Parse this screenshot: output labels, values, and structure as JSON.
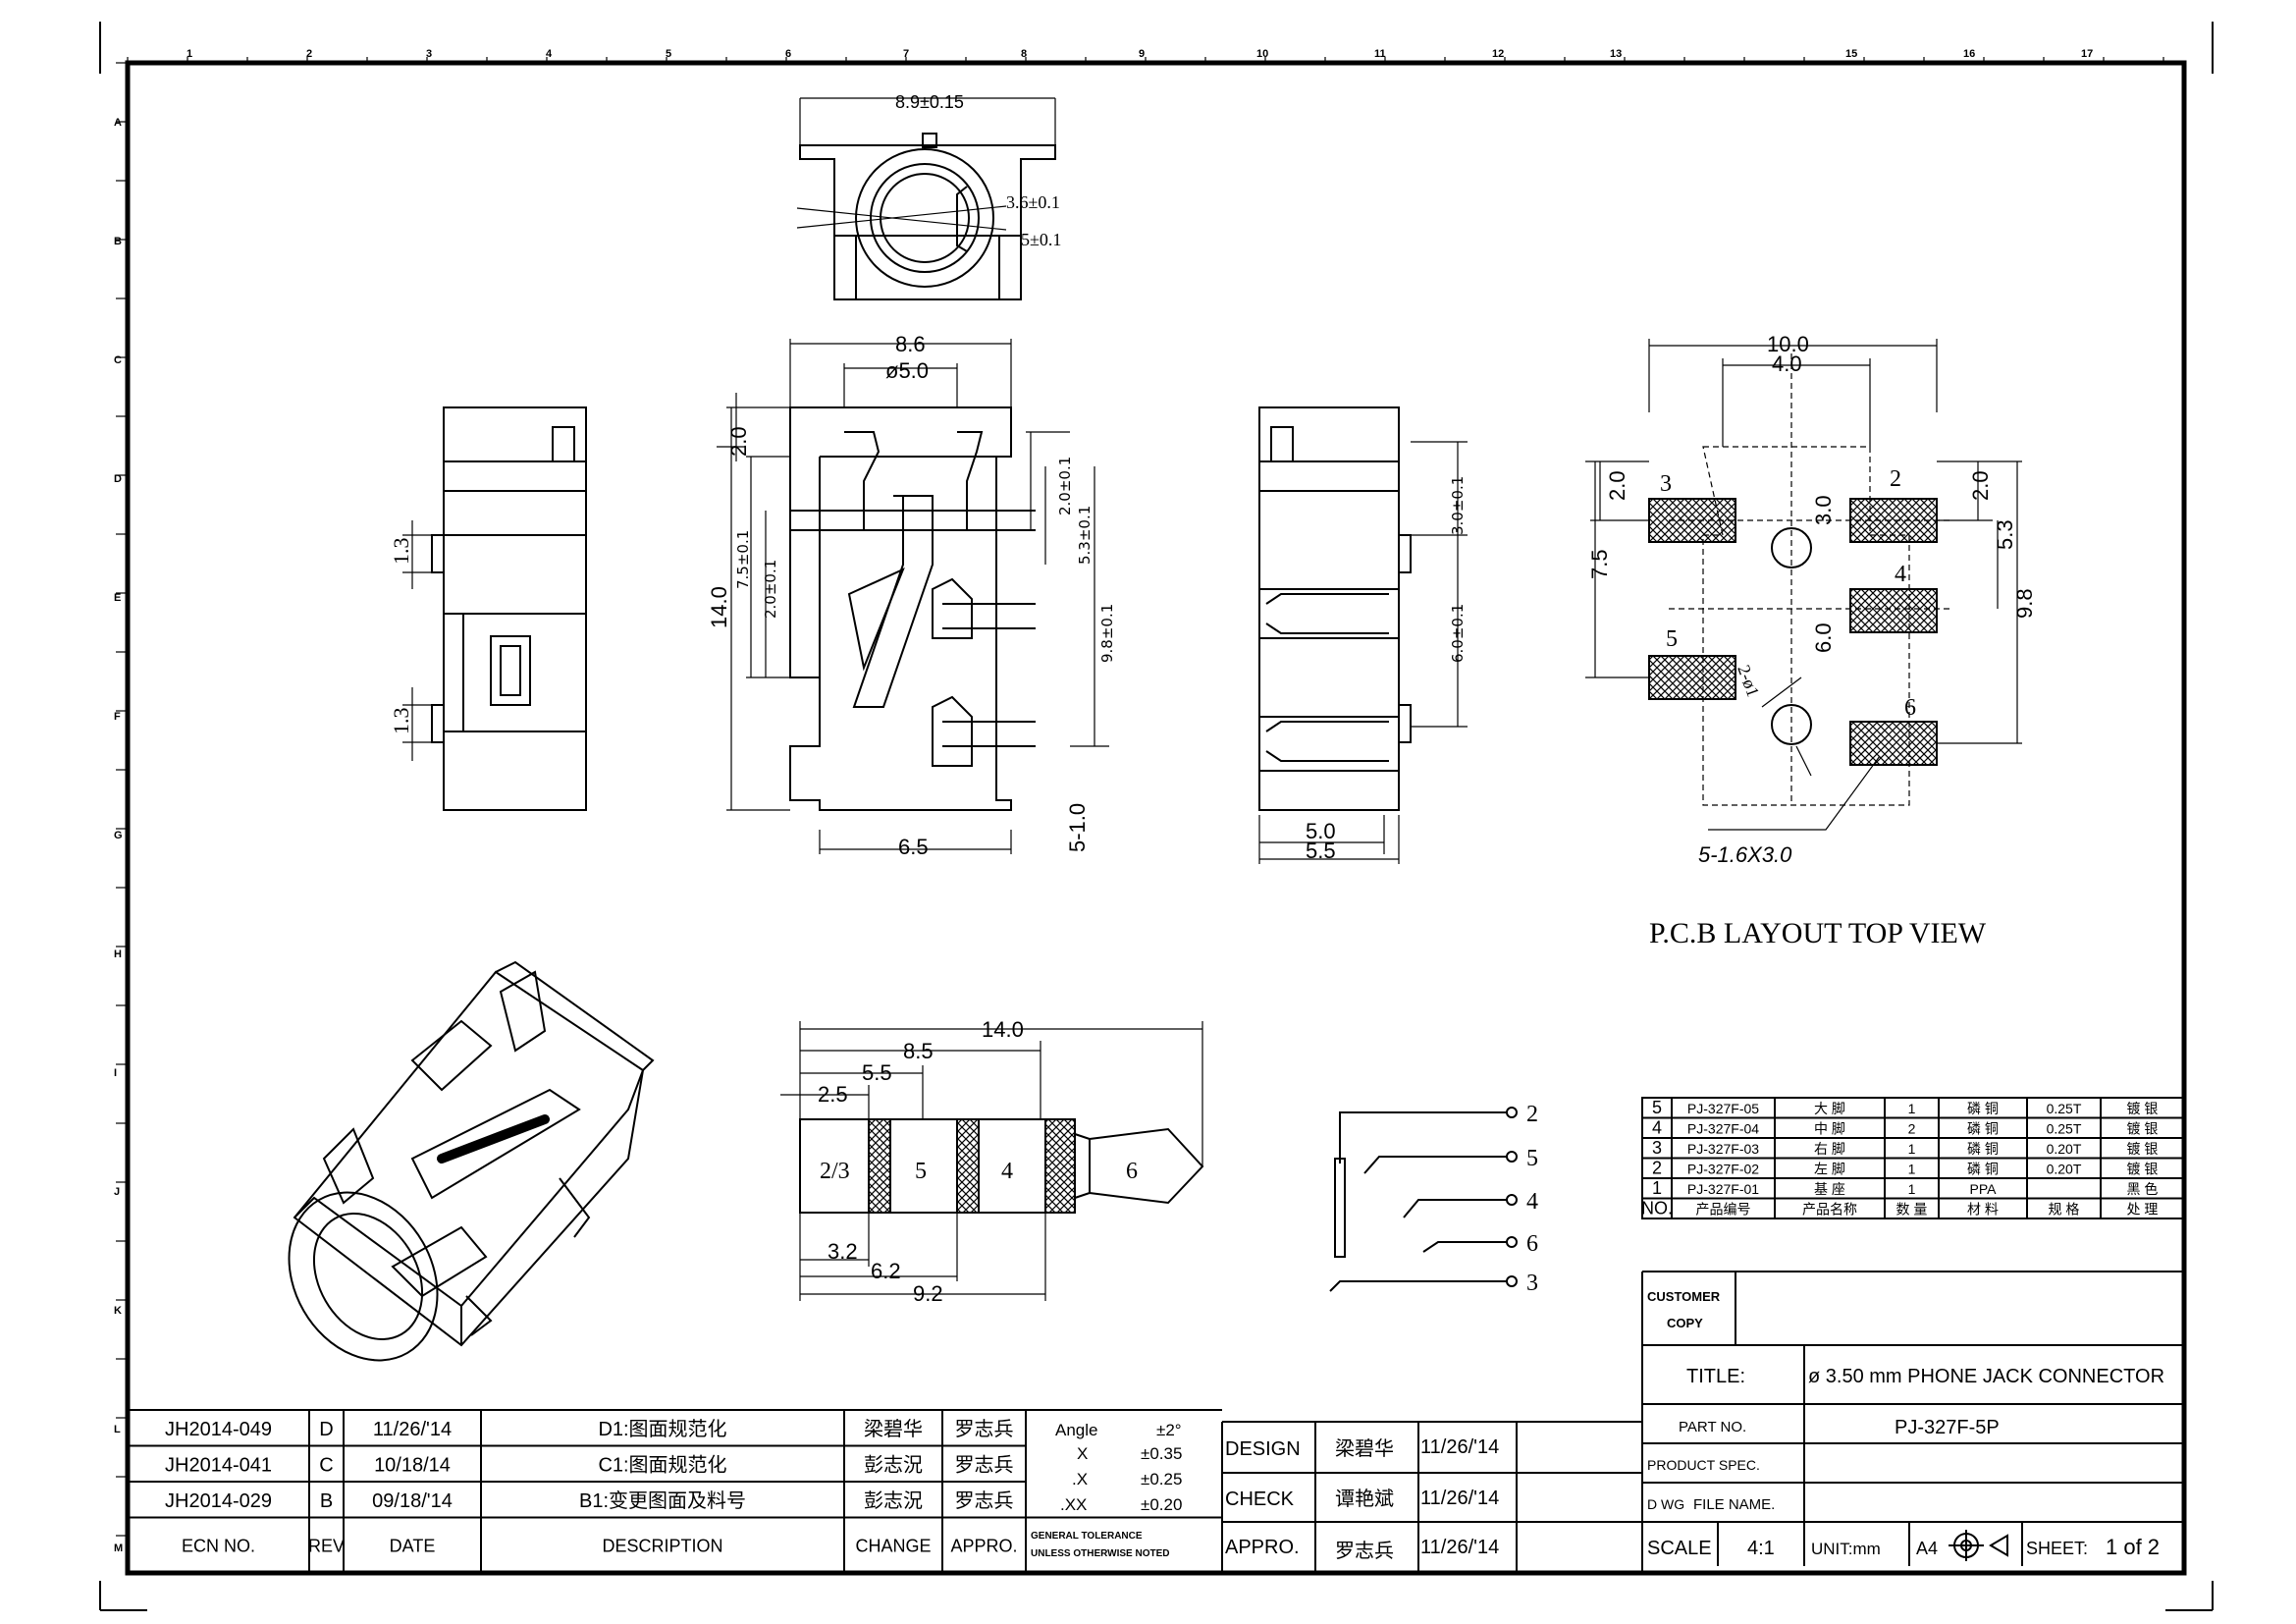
{
  "ruler": {
    "top": [
      "1",
      "2",
      "3",
      "4",
      "5",
      "6",
      "7",
      "8",
      "9",
      "10",
      "11",
      "12",
      "13",
      "15",
      "16",
      "17"
    ],
    "left": [
      "A",
      "B",
      "C",
      "D",
      "E",
      "F",
      "G",
      "H",
      "I",
      "J",
      "K",
      "L",
      "M"
    ]
  },
  "front_view": {
    "width": "8.9±0.15",
    "bore_small": "3.6±0.1",
    "bore_large": "5±0.1"
  },
  "side_view": {
    "pin_a": "1.3",
    "pin_b": "1.3"
  },
  "top_view": {
    "width": "8.6",
    "bore": "ø5.0",
    "h1": "2.0",
    "length": "14.0",
    "d1": "7.5±0.1",
    "d2": "2.0±0.1",
    "d3": "2.0±0.1",
    "d4": "5.3±0.1",
    "d5": "9.8±0.1",
    "pitch": "5-1.0",
    "base": "6.5"
  },
  "right_view": {
    "d1": "3.0±0.1",
    "d2": "6.0±0.1",
    "w1": "5.0",
    "w2": "5.5"
  },
  "pcb": {
    "w": "10.0",
    "w2": "4.0",
    "left": "2.0",
    "right": "2.0",
    "c1": "3.0",
    "c2": "6.0",
    "h1": "7.5",
    "h2": "5.3",
    "h3": "9.8",
    "hole": "2-ø1",
    "pad_spec": "5-1.6X3.0",
    "pads": [
      "3",
      "2",
      "4",
      "5",
      "6"
    ],
    "caption": "P.C.B LAYOUT TOP VIEW"
  },
  "plug": {
    "d14": "14.0",
    "d85": "8.5",
    "d55": "5.5",
    "d25": "2.5",
    "d32": "3.2",
    "d62": "6.2",
    "d92": "9.2",
    "segments": [
      "2/3",
      "5",
      "4",
      "6"
    ]
  },
  "schematic": {
    "pins": [
      "2",
      "5",
      "4",
      "6",
      "3"
    ]
  },
  "bom": {
    "rows": [
      [
        "5",
        "PJ-327F-05",
        "大 脚",
        "1",
        "磷 铜",
        "0.25T",
        "镀 银"
      ],
      [
        "4",
        "PJ-327F-04",
        "中 脚",
        "2",
        "磷 铜",
        "0.25T",
        "镀 银"
      ],
      [
        "3",
        "PJ-327F-03",
        "右 脚",
        "1",
        "磷 铜",
        "0.20T",
        "镀 银"
      ],
      [
        "2",
        "PJ-327F-02",
        "左 脚",
        "1",
        "磷 铜",
        "0.20T",
        "镀 银"
      ],
      [
        "1",
        "PJ-327F-01",
        "基 座",
        "1",
        "PPA",
        "",
        "黑 色"
      ]
    ],
    "header": [
      "NO.",
      "产品编号",
      "产品名称",
      "数 量",
      "材 料",
      "规 格",
      "处 理"
    ]
  },
  "title_block": {
    "customer": "CUSTOMER",
    "copy": "COPY",
    "title_label": "TITLE:",
    "title": "ø 3.50 mm PHONE JACK CONNECTOR",
    "part_label": "PART NO.",
    "part": "PJ-327F-5P",
    "spec_label": "PRODUCT SPEC.",
    "dwg_label": "D WG",
    "file_label": "FILE NAME.",
    "scale_label": "SCALE",
    "scale": "4:1",
    "unit_label": "UNIT:mm",
    "size": "A4",
    "sheet_label": "SHEET:",
    "sheet": "1 of 2"
  },
  "revisions": {
    "rows": [
      [
        "JH2014-049",
        "D",
        "11/26/'14",
        "D1:图面规范化",
        "梁碧华",
        "罗志兵"
      ],
      [
        "JH2014-041",
        "C",
        "10/18/14",
        "C1:图面规范化",
        "彭志況",
        "罗志兵"
      ],
      [
        "JH2014-029",
        "B",
        "09/18/'14",
        "B1:变更图面及料号",
        "彭志況",
        "罗志兵"
      ]
    ],
    "header": [
      "ECN NO.",
      "REV",
      "DATE",
      "DESCRIPTION",
      "CHANGE",
      "APPRO."
    ]
  },
  "tolerance": {
    "angle_label": "Angle",
    "angle": "±2°",
    "x": "X",
    "x_val": "±0.35",
    "xx": ".X",
    "xx_val": "±0.25",
    "xxx": ".XX",
    "xxx_val": "±0.20",
    "note1": "GENERAL TOLERANCE",
    "note2": "UNLESS OTHERWISE NOTED"
  },
  "approvals": {
    "design_label": "DESIGN",
    "design_name": "梁碧华",
    "design_date": "11/26/'14",
    "check_label": "CHECK",
    "check_name": "谭艳斌",
    "check_date": "11/26/'14",
    "appro_label": "APPRO.",
    "appro_name": "罗志兵",
    "appro_date": "11/26/'14"
  }
}
